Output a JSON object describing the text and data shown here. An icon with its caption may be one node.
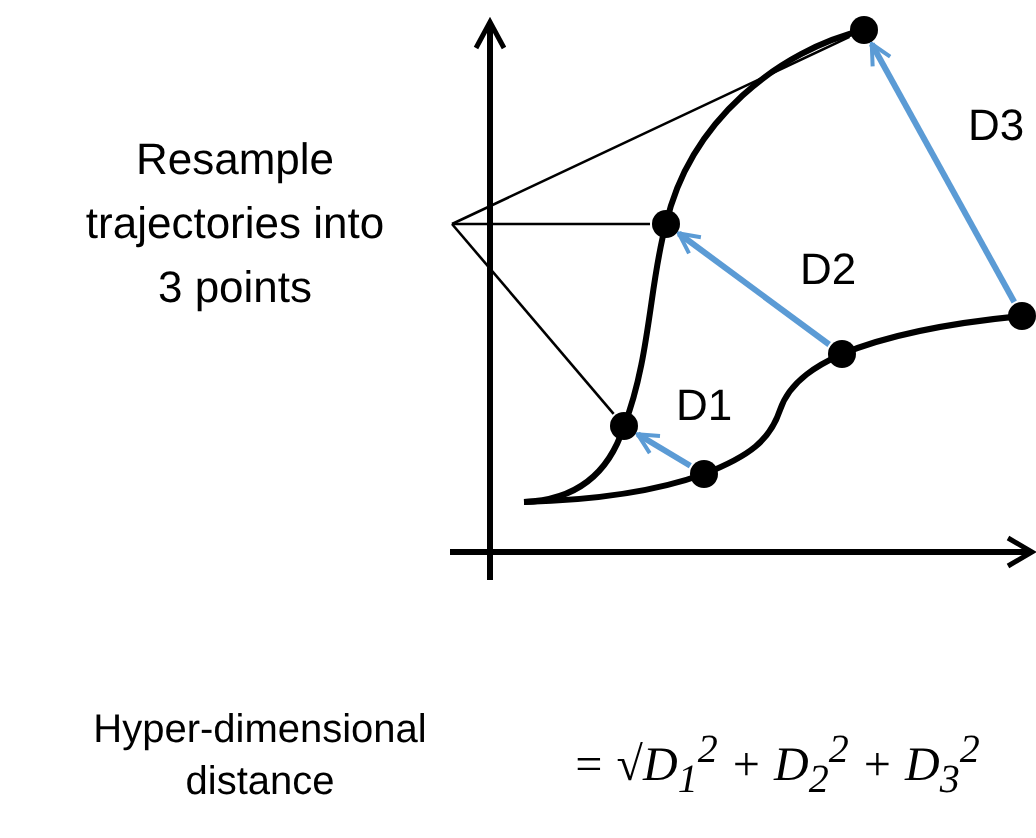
{
  "diagram": {
    "nodes": [
      {
        "text": [
          "Resample trajectories into 3 points"
        ]
      },
      {
        "text": [],
        "shape": "circle"
      },
      {
        "text": [],
        "shape": "circle"
      },
      {
        "text": [],
        "shape": "circle"
      },
      {
        "text": [],
        "shape": "circle"
      },
      {
        "text": [],
        "shape": "circle"
      },
      {
        "text": [],
        "shape": "circle"
      }
    ],
    "edges": [
      {
        "from": 0,
        "to": 1,
        "arrow": "none"
      },
      {
        "from": 0,
        "to": 2,
        "arrow": "none"
      },
      {
        "from": 0,
        "to": 3,
        "arrow": "none"
      },
      {
        "from": 4,
        "to": 3,
        "arrow": "to",
        "label": "D1",
        "style": "thick",
        "color": "#5b9bd5"
      },
      {
        "from": 5,
        "to": 2,
        "arrow": "to",
        "label": "D2",
        "style": "thick",
        "color": "#5b9bd5"
      },
      {
        "from": 6,
        "to": 1,
        "arrow": "to",
        "label": "D3",
        "style": "thick",
        "color": "#5b9bd5"
      }
    ],
    "labels": [
      "Hyper-dimensional distance",
      "= √D$_{1}$$^{2}$ + D$_{2}$$^{2}$ + D$_{3}$$^{2}$"
    ]
  }
}
